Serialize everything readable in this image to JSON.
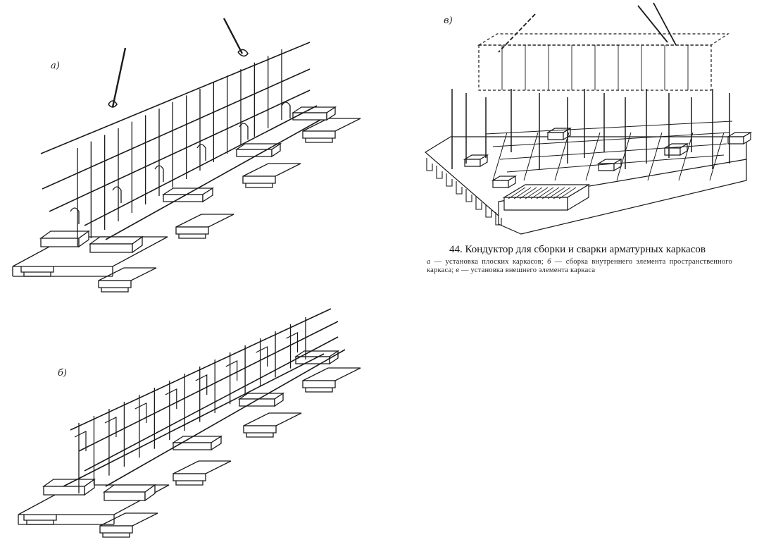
{
  "panel_labels": {
    "a": "а)",
    "b": "б)",
    "c": "в)"
  },
  "caption": {
    "title": "44. Кондуктор для сборки и сварки арматурных каркасов",
    "legend": [
      {
        "letter": "а",
        "text": " — установка плоских каркасов; "
      },
      {
        "letter": "б",
        "text": " — сборка внутреннего элемента пространственного каркаса; "
      },
      {
        "letter": "в",
        "text": " — установка внешнего элемента каркаса"
      }
    ]
  },
  "colors": {
    "ink": "#1a1a1a",
    "paper": "#ffffff"
  },
  "diagrams": [
    {
      "id": "a",
      "name": "flat-frames-installation",
      "parts": [
        "channel-beam",
        "base-plate",
        "rebar",
        "hook",
        "lifting-cable"
      ]
    },
    {
      "id": "b",
      "name": "inner-element-assembly",
      "parts": [
        "channel-beam",
        "base-plate",
        "rebar",
        "stirrup"
      ]
    },
    {
      "id": "c",
      "name": "outer-element-installation",
      "parts": [
        "platform",
        "stand-plate",
        "vertical-bar",
        "grid-frame",
        "lifting-cable"
      ]
    }
  ]
}
